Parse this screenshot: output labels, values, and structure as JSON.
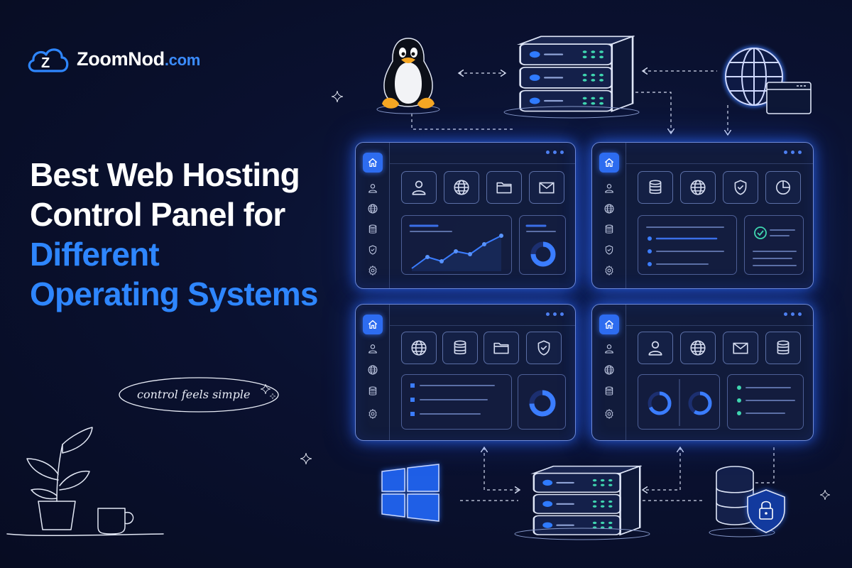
{
  "brand": {
    "name": "ZoomNod",
    "domain": ".com",
    "logo_letter": "Z",
    "accent": "#2e86ff"
  },
  "headline": {
    "line1": "Best Web Hosting",
    "line2": "Control Panel for",
    "line3": "Different",
    "line4": "Operating Systems"
  },
  "tagline": "control feels simple",
  "panels": [
    {
      "id": "panel-top-left",
      "tiles": [
        "user-icon",
        "globe-icon",
        "folder-icon",
        "mail-icon"
      ],
      "cards": [
        "line-chart",
        "donut-chart"
      ]
    },
    {
      "id": "panel-top-right",
      "tiles": [
        "database-icon",
        "globe-icon",
        "shield-icon",
        "pie-chart-icon"
      ],
      "cards": [
        "list",
        "check-list"
      ]
    },
    {
      "id": "panel-bottom-left",
      "tiles": [
        "globe-icon",
        "database-icon",
        "folder-icon",
        "shield-icon"
      ],
      "cards": [
        "list",
        "donut-chart"
      ]
    },
    {
      "id": "panel-bottom-right",
      "tiles": [
        "user-icon",
        "globe-icon",
        "mail-icon",
        "database-icon"
      ],
      "cards": [
        "two-donuts",
        "list"
      ]
    }
  ],
  "sidebar_icons": [
    "home-icon",
    "user-icon",
    "globe-icon",
    "database-icon",
    "shield-icon",
    "gear-icon"
  ],
  "os_icons": [
    "linux-penguin-icon",
    "windows-logo-icon",
    "web-globe-icon",
    "secure-database-icon"
  ],
  "colors": {
    "background": "#0a1130",
    "panel_border": "#6f8ad8",
    "glow": "#2e6eff",
    "accent_blue": "#2e86ff",
    "teal": "#3fd6b0"
  }
}
